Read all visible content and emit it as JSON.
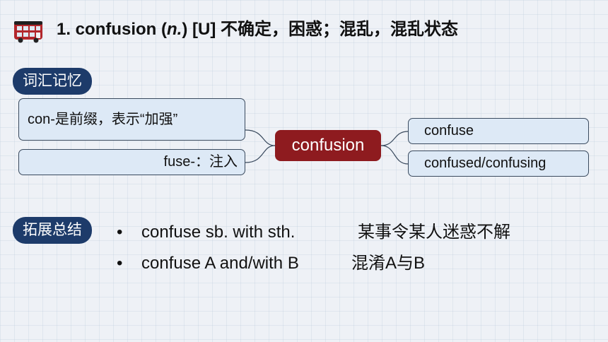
{
  "colors": {
    "background": "#eef1f6",
    "tag_background": "#1d3b6a",
    "center_node": "#8e1b1f",
    "node_fill": "#dde9f6",
    "node_border": "#3a4a5e"
  },
  "header": {
    "icon": "bus-icon",
    "number": "1. confusion (",
    "pos": "n.",
    "rest": ") [U] 不确定，困惑；混乱，混乱状态"
  },
  "sections": {
    "memory": "词汇记忆",
    "extend": "拓展总结"
  },
  "mindmap": {
    "center": "confusion",
    "left_nodes": [
      "con-是前缀，表示“加强”",
      "fuse-：注入"
    ],
    "right_nodes": [
      "confuse",
      "confused/confusing"
    ]
  },
  "extensions": [
    {
      "bullet": "•",
      "phrase": "confuse sb. with sth.",
      "meaning": "某事令某人迷惑不解"
    },
    {
      "bullet": "•",
      "phrase": "confuse A and/with B",
      "meaning": "混淆A与B"
    }
  ]
}
